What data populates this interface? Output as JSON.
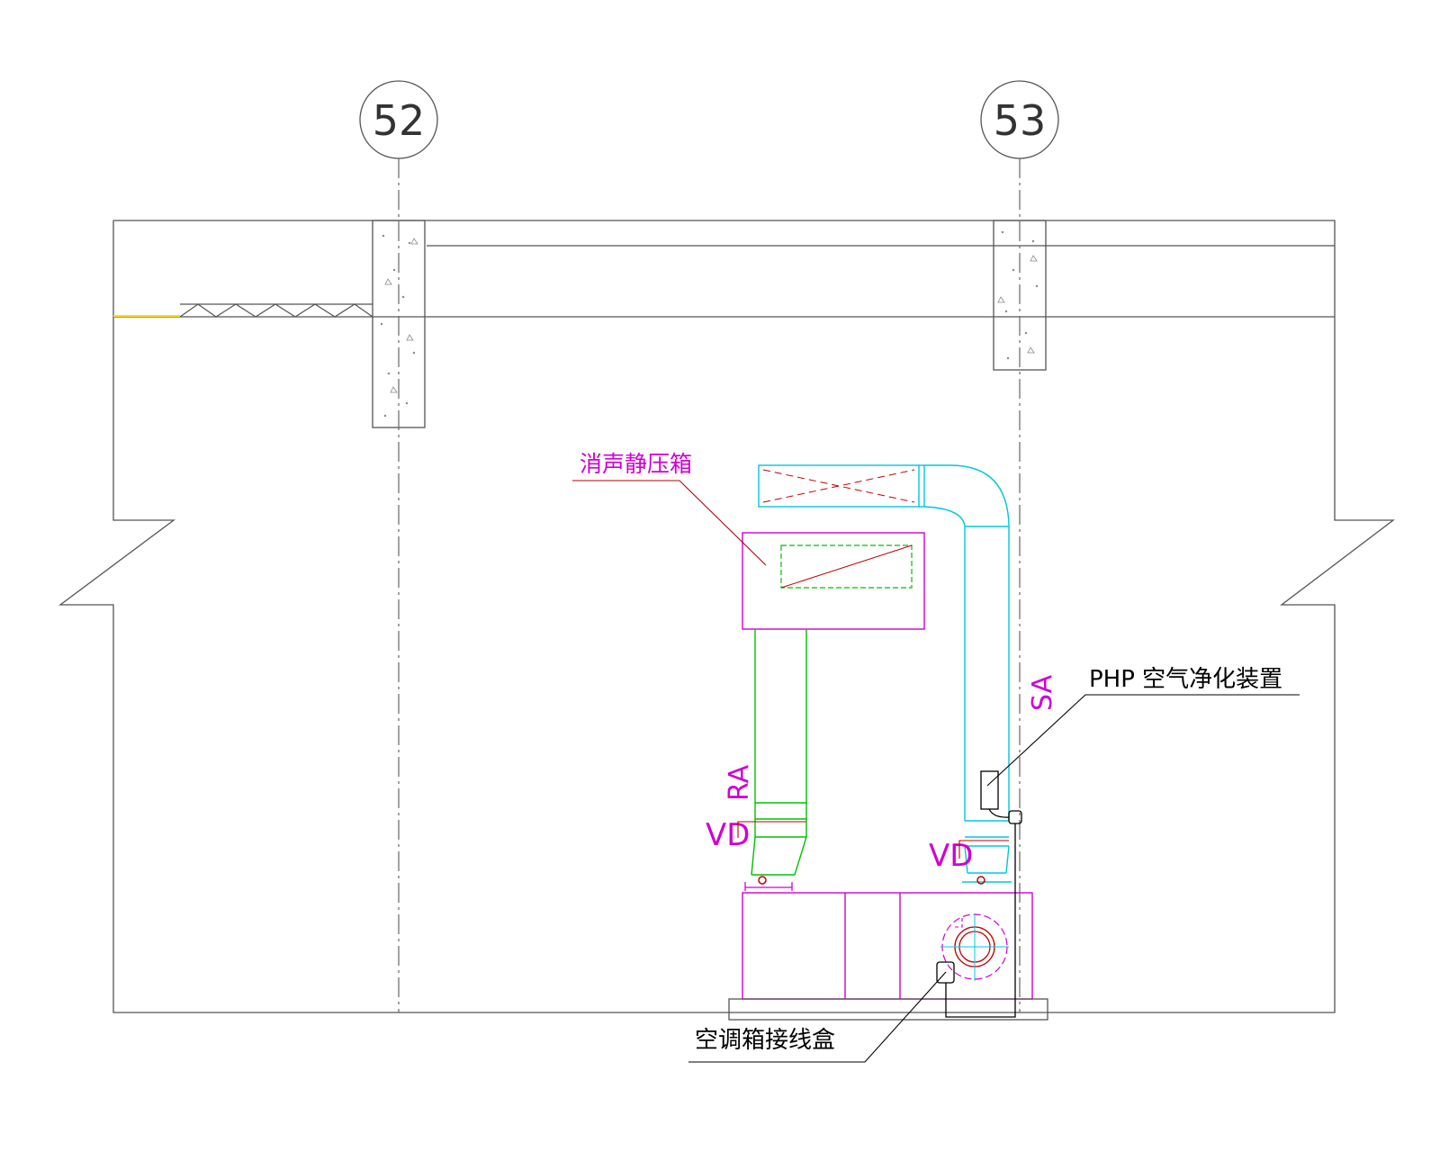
{
  "grid_axes": [
    {
      "label": "52"
    },
    {
      "label": "53"
    }
  ],
  "labels": {
    "plenum_box": "消声静压箱",
    "air_purifier": "PHP 空气净化装置",
    "junction_box": "空调箱接线盒",
    "return_air": "RA",
    "supply_air": "SA",
    "damper_left": "VD",
    "damper_right": "VD"
  },
  "colors": {
    "outline": "#555555",
    "centerline": "#666666",
    "ahu": "#d000d0",
    "return_duct": "#00c000",
    "supply_duct": "#00c8d8",
    "callout": "#b00000",
    "leader": "#000000",
    "insulation": "#ffe000"
  }
}
